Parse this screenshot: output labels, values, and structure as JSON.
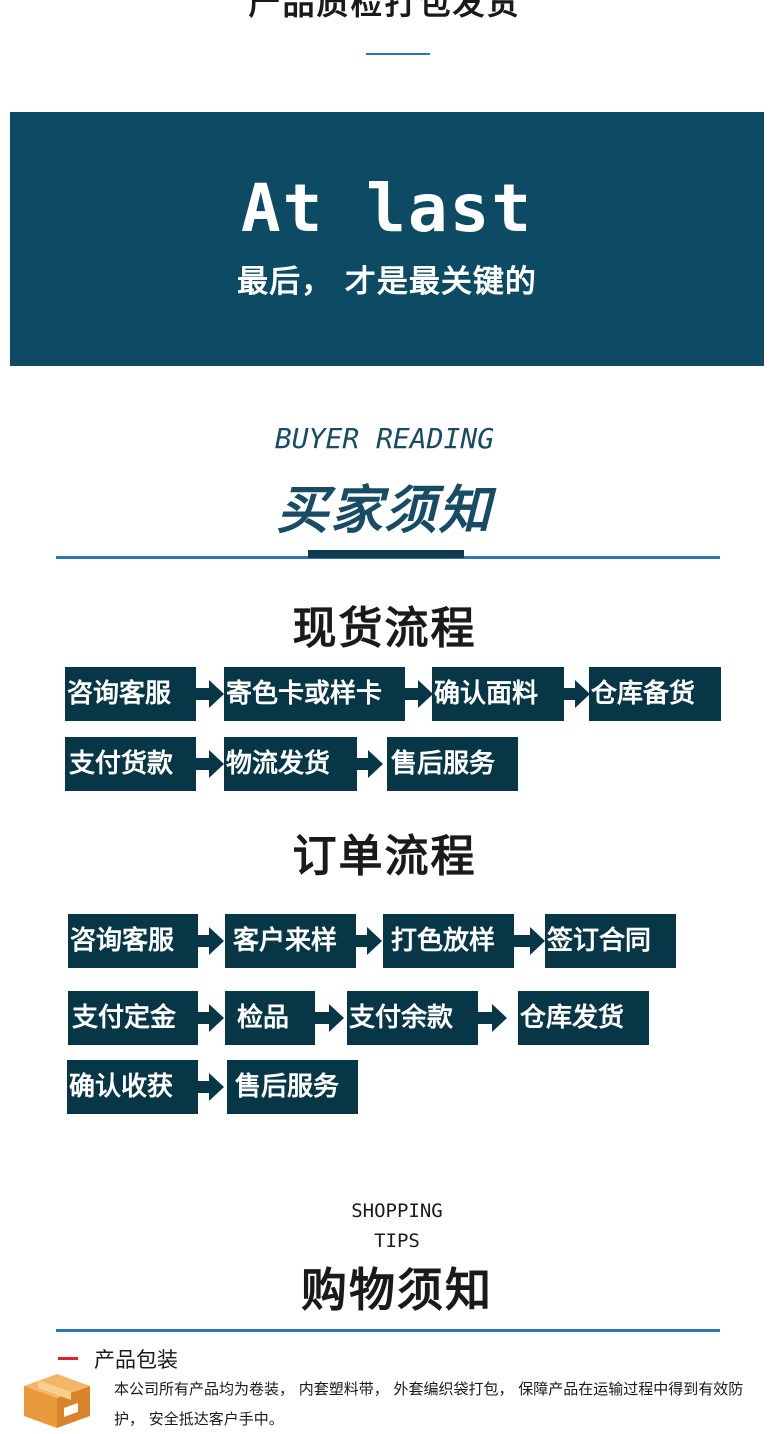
{
  "top": {
    "title": "产品质检打包发货"
  },
  "banner": {
    "title_en": "At last",
    "title_cn": "最后， 才是最关键的"
  },
  "buyer": {
    "title_en": "BUYER READING",
    "title_cn": "买家须知"
  },
  "stock_process": {
    "title": "现货流程",
    "steps": [
      "咨询客服",
      "寄色卡或样卡",
      "确认面料",
      "仓库备货",
      "支付货款",
      "物流发货",
      "售后服务"
    ]
  },
  "order_process": {
    "title": "订单流程",
    "steps": [
      "咨询客服",
      "客户来样",
      "打色放样",
      "签订合同",
      "支付定金",
      "检品",
      "支付余款",
      "仓库发货",
      "确认收获",
      "售后服务"
    ]
  },
  "tips": {
    "title_en_line1": "SHOPPING",
    "title_en_line2": "TIPS",
    "title_cn": "购物须知"
  },
  "packaging": {
    "heading": "产品包装",
    "text": "本公司所有产品均为卷装， 内套塑料带， 外套编织袋打包， 保障产品在运输过程中得到有效防护， 安全抵达客户手中。",
    "icon": "cardboard-box-icon"
  },
  "colors": {
    "banner": "#0d4a63",
    "step_box": "#073646",
    "accent_blue": "#2a78b3",
    "accent_red": "#e0242f"
  }
}
